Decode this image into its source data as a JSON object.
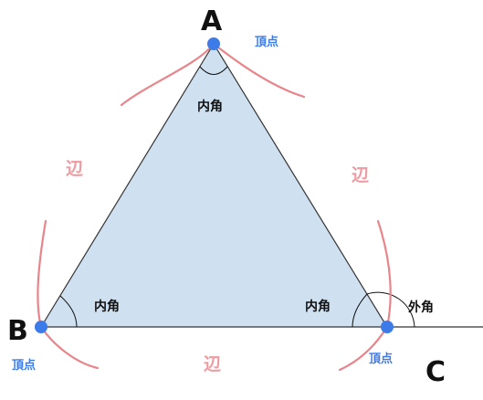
{
  "colors": {
    "triangle_fill": "#cfe0f1",
    "triangle_stroke": "#333333",
    "vertex_dot": "#3d7be8",
    "side_label": "#ee9aa0",
    "bracket": "#e8858b",
    "vertex_label": "#3d7be8",
    "text_dark": "#111111"
  },
  "vertices": {
    "a": {
      "letter": "A",
      "label": "頂点"
    },
    "b": {
      "letter": "B",
      "label": "頂点"
    },
    "c": {
      "label": "頂点"
    }
  },
  "extension_letter": "C",
  "sides": {
    "left": "辺",
    "right": "辺",
    "bottom": "辺"
  },
  "angles": {
    "interior_a": "内角",
    "interior_b": "内角",
    "interior_c": "内角",
    "exterior_c": "外角"
  }
}
